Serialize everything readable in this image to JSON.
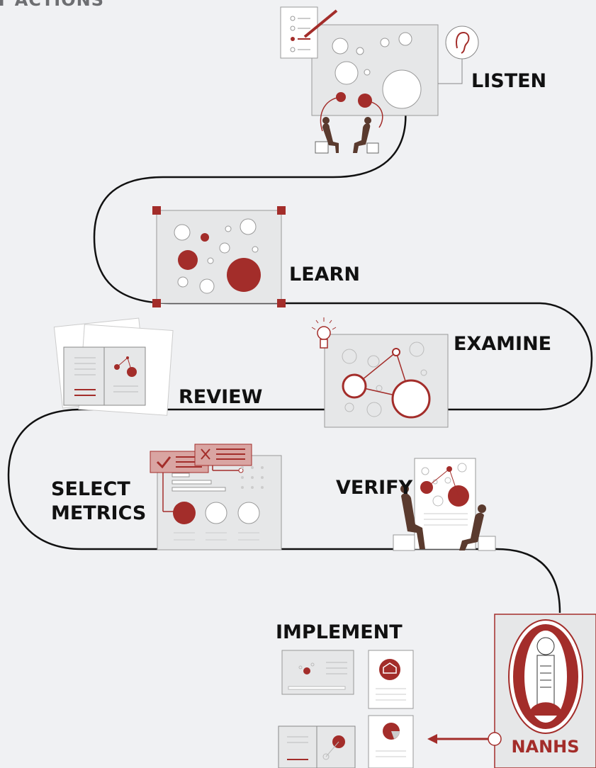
{
  "header": {
    "text": "T ACTIONS"
  },
  "steps": {
    "listen": "LISTEN",
    "learn": "LEARN",
    "examine": "EXAMINE",
    "review": "REVIEW",
    "select_line1": "SELECT",
    "select_line2": "METRICS",
    "verify": "VERIFY",
    "implement": "IMPLEMENT"
  },
  "logo": {
    "brand": "NANHS"
  },
  "colors": {
    "accent": "#a32d2a",
    "accent_light": "#d9a5a2",
    "panel": "#e6e7e8",
    "line": "#111111",
    "figure": "#5a3a2e"
  }
}
